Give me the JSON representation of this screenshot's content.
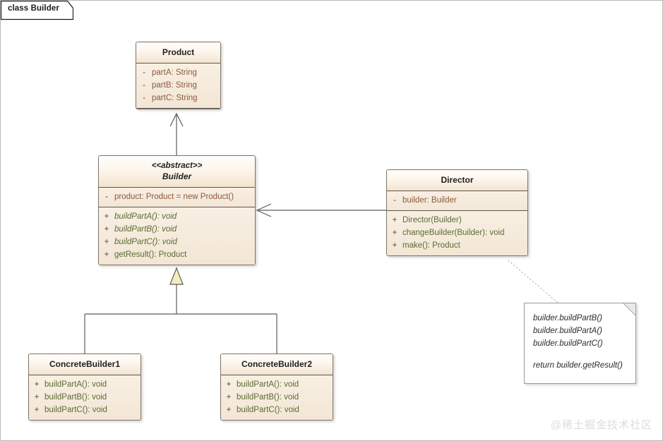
{
  "frame": {
    "label": "class Builder"
  },
  "classes": [
    {
      "key": "product",
      "name": "Product",
      "stereotype": "",
      "abstract": false,
      "attributes": [
        {
          "visibility": "-",
          "text": "partA: String"
        },
        {
          "visibility": "-",
          "text": "partB: String"
        },
        {
          "visibility": "-",
          "text": "partC: String"
        }
      ],
      "operations": []
    },
    {
      "key": "builder",
      "name": "Builder",
      "stereotype": "<<abstract>>",
      "abstract": true,
      "attributes": [
        {
          "visibility": "-",
          "text": "product: Product = new Product()"
        }
      ],
      "operations": [
        {
          "visibility": "+",
          "text": "buildPartA(): void",
          "abstract": true
        },
        {
          "visibility": "+",
          "text": "buildPartB(): void",
          "abstract": true
        },
        {
          "visibility": "+",
          "text": "buildPartC(): void",
          "abstract": true
        },
        {
          "visibility": "+",
          "text": "getResult(): Product",
          "abstract": false
        }
      ]
    },
    {
      "key": "director",
      "name": "Director",
      "stereotype": "",
      "abstract": false,
      "attributes": [
        {
          "visibility": "-",
          "text": "builder: Builder"
        }
      ],
      "operations": [
        {
          "visibility": "+",
          "text": "Director(Builder)",
          "abstract": false
        },
        {
          "visibility": "+",
          "text": "changeBuilder(Builder): void",
          "abstract": false
        },
        {
          "visibility": "+",
          "text": "make(): Product",
          "abstract": false
        }
      ]
    },
    {
      "key": "concrete1",
      "name": "ConcreteBuilder1",
      "stereotype": "",
      "abstract": false,
      "attributes": [],
      "operations": [
        {
          "visibility": "+",
          "text": "buildPartA(): void",
          "abstract": false
        },
        {
          "visibility": "+",
          "text": "buildPartB(): void",
          "abstract": false
        },
        {
          "visibility": "+",
          "text": "buildPartC(): void",
          "abstract": false
        }
      ]
    },
    {
      "key": "concrete2",
      "name": "ConcreteBuilder2",
      "stereotype": "",
      "abstract": false,
      "attributes": [],
      "operations": [
        {
          "visibility": "+",
          "text": "buildPartA(): void",
          "abstract": false
        },
        {
          "visibility": "+",
          "text": "buildPartB(): void",
          "abstract": false
        },
        {
          "visibility": "+",
          "text": "buildPartC(): void",
          "abstract": false
        }
      ]
    }
  ],
  "note": {
    "lines": [
      "builder.buildPartB()",
      "builder.buildPartA()",
      "builder.buildPartC()"
    ],
    "return_line": "return builder.getResult()"
  },
  "relations": [
    {
      "from": "Builder",
      "to": "Product",
      "type": "association-directed"
    },
    {
      "from": "Director",
      "to": "Builder",
      "type": "association-directed"
    },
    {
      "from": "ConcreteBuilder1",
      "to": "Builder",
      "type": "generalization"
    },
    {
      "from": "ConcreteBuilder2",
      "to": "Builder",
      "type": "generalization"
    },
    {
      "from": "Director.make()",
      "to": "note",
      "type": "note-anchor"
    }
  ],
  "watermark": {
    "text": "@稀土掘金技术社区"
  },
  "colors": {
    "class_border": "#7b7468",
    "class_fill": "#f3e6d5",
    "header_fill": "#fdf6ed",
    "attribute_text": "#8c5a3c",
    "operation_text": "#5a6b32",
    "edge": "#5c5c5c",
    "generalization_fill": "#f5edbc",
    "note_border": "#9b9b9b",
    "watermark": "#dcdcdc"
  }
}
